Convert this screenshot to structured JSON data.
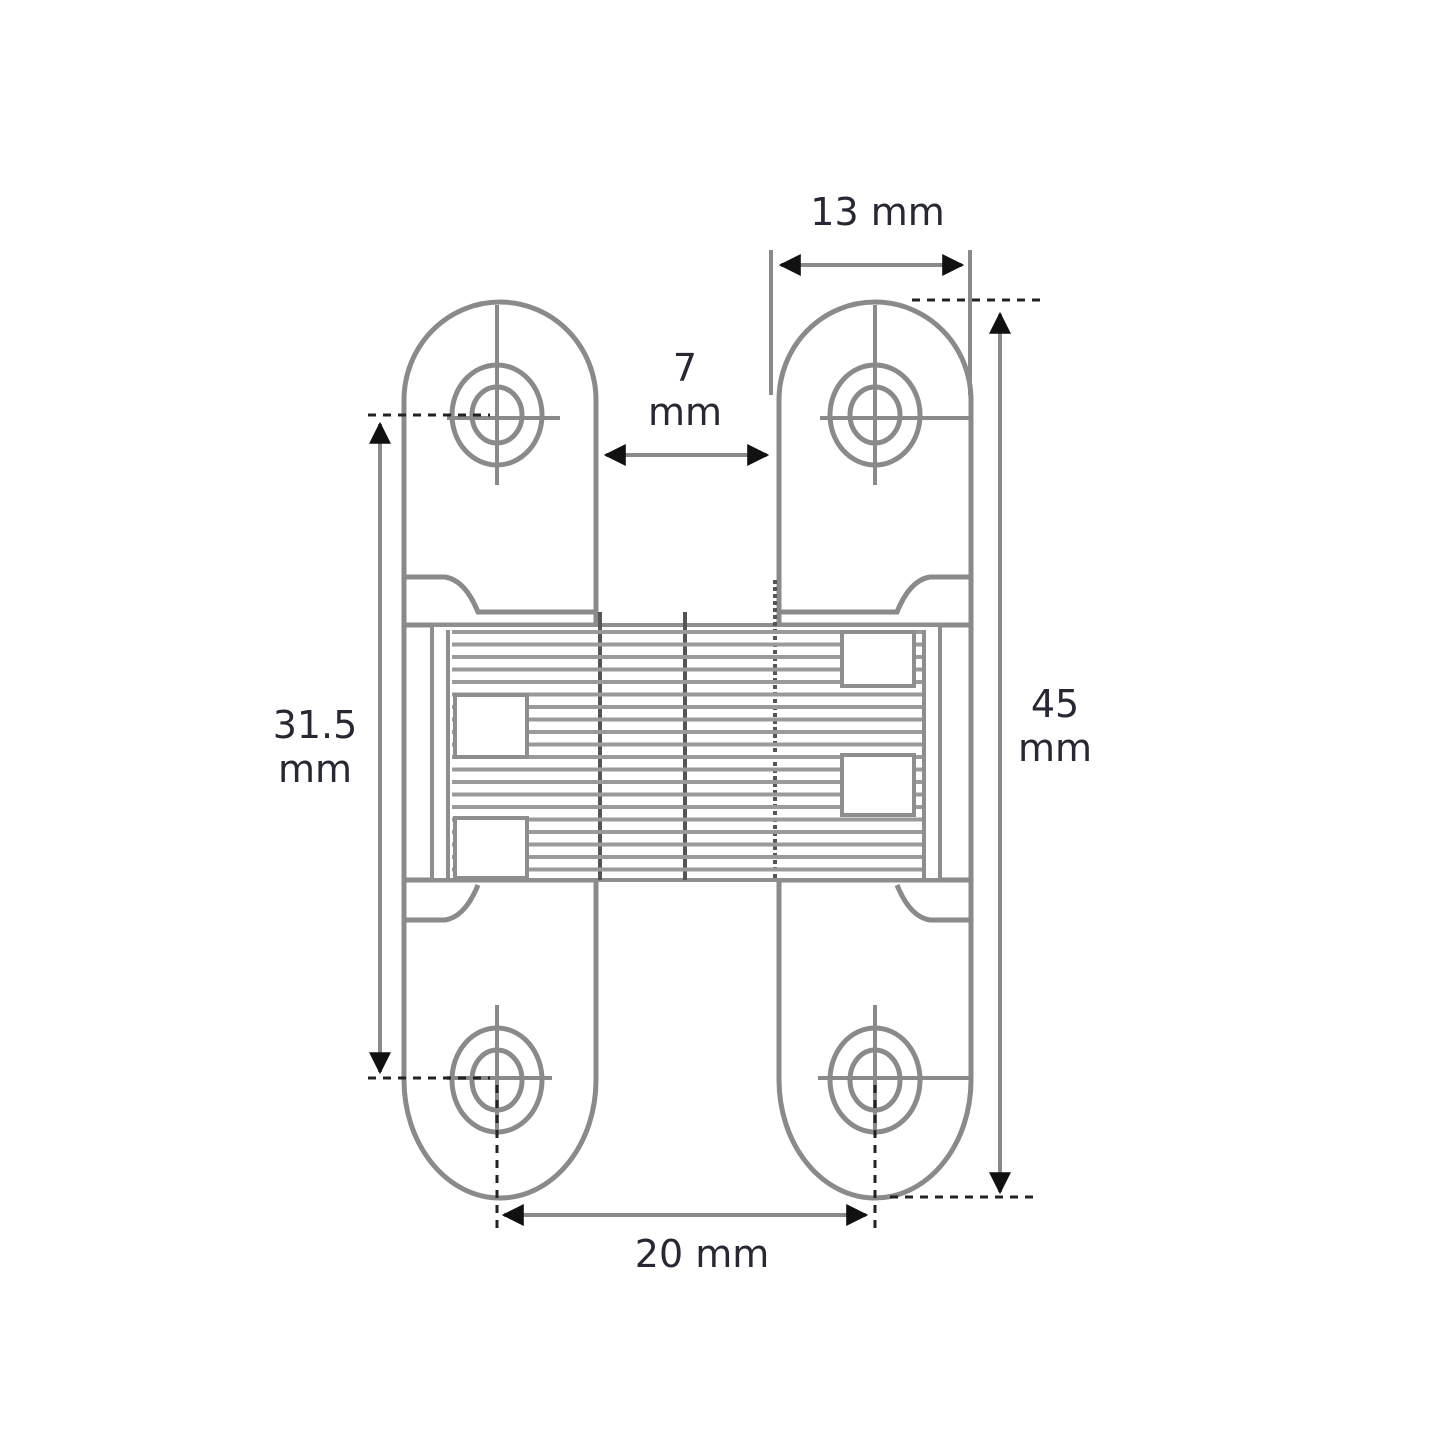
{
  "drawing": {
    "subject": "concealed hinge",
    "line_color": "#8a8a8a",
    "dark_line_color": "#555555",
    "arrow_color": "#111111",
    "label_color": "#2a2633"
  },
  "dimensions": {
    "plate_width": {
      "value": "13",
      "unit": "mm"
    },
    "plate_gap": {
      "value": "7",
      "unit": "mm"
    },
    "hole_spacing_vertical": {
      "value": "31.5",
      "unit": "mm"
    },
    "overall_length": {
      "value": "45",
      "unit": "mm"
    },
    "hole_spacing_horizontal": {
      "value": "20",
      "unit": "mm"
    }
  },
  "labels": {
    "top": "13 mm",
    "gap_value": "7",
    "gap_unit": "mm",
    "left_value": "31.5",
    "left_unit": "mm",
    "right_value": "45",
    "right_unit": "mm",
    "bottom": "20 mm"
  }
}
